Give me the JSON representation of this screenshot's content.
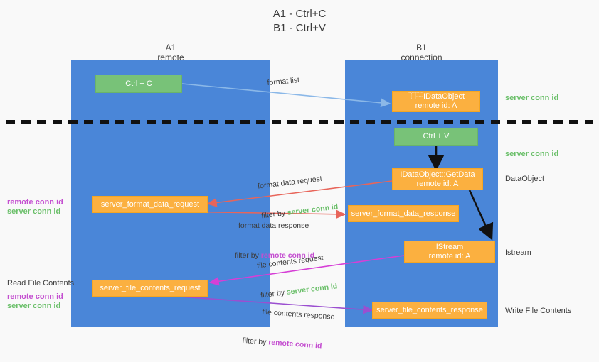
{
  "title": "A1 - Ctrl+C\nB1 - Ctrl+V",
  "lanes": [
    {
      "name": "a1",
      "title": "A1\nremote"
    },
    {
      "name": "b1",
      "title": "B1\nconnection"
    }
  ],
  "boxes": {
    "ctrl_c": "Ctrl + C",
    "ctrl_v": "Ctrl + V",
    "idataobject": "⿰⿱IDataObject\nremote id: A",
    "idataobject_getdata": "IDataObject::GetData\nremote id: A",
    "istream": "IStream\nremote id: A",
    "server_format_data_request": "server_format_data_request",
    "server_format_data_response": "server_format_data_response",
    "server_file_contents_request": "server_file_contents_request",
    "server_file_contents_response": "server_file_contents_response"
  },
  "right_labels": {
    "server_conn_id_top": "server conn id",
    "server_conn_id_mid": "server conn id",
    "dataobject": "DataObject",
    "istream": "Istream",
    "write_file_contents": "Write File Contents"
  },
  "left_labels": {
    "remote_conn_id_upper": "remote conn id",
    "server_conn_id_upper": "server conn id",
    "read_file_contents": "Read File Contents",
    "remote_conn_id_lower": "remote conn id",
    "server_conn_id_lower": "server conn id"
  },
  "edges": {
    "format_list": "format list",
    "format_data_request": "format data request",
    "format_data_request_filter_prefix": "filter by ",
    "format_data_request_filter_key": "server conn id",
    "format_data_response": "format data response",
    "format_data_response_filter_prefix": "filter by ",
    "format_data_response_filter_key": "remote conn id",
    "file_contents_request": "file contents request",
    "file_contents_request_filter_prefix": "filter by ",
    "file_contents_request_filter_key": "server conn id",
    "file_contents_response": "file contents response",
    "file_contents_response_filter_prefix": "filter by ",
    "file_contents_response_filter_key": "remote conn id"
  },
  "colors": {
    "lane": "#4a86d8",
    "green_box": "#78c278",
    "orange_box": "#fbb040",
    "server_conn_id": "#6abf69",
    "remote_conn_id": "#c44fd0",
    "arrow_light_blue": "#8bb8e8",
    "arrow_red": "#e8655a",
    "arrow_magenta": "#d63fd6",
    "arrow_purple": "#9b4fd0",
    "arrow_black": "#111111",
    "divider": "#111111"
  }
}
